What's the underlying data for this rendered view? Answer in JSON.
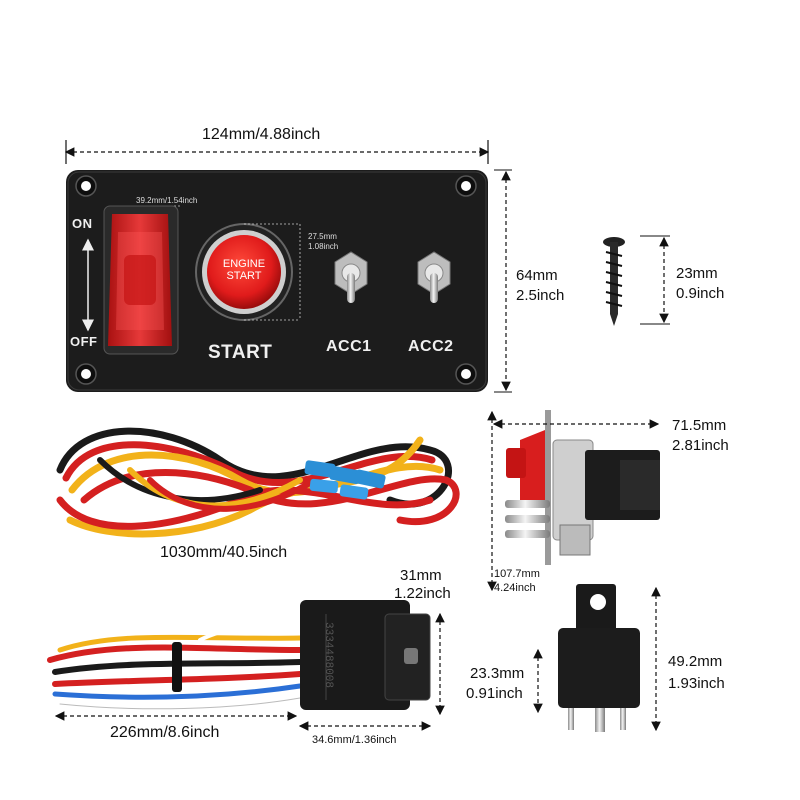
{
  "panel": {
    "width_dim": "124mm/4.88inch",
    "height_dim": {
      "mm": "64mm",
      "inch": "2.5inch"
    },
    "on_label": "ON",
    "off_label": "OFF",
    "cover_dim": "39.2mm/1.54inch",
    "button_dim": {
      "mm": "27.5mm",
      "inch": "1.08inch"
    },
    "engine_start": {
      "line1": "ENGINE",
      "line2": "START"
    },
    "start_label": "START",
    "acc1_label": "ACC1",
    "acc2_label": "ACC2"
  },
  "screw": {
    "mm": "23mm",
    "inch": "0.9inch"
  },
  "side_view": {
    "depth": {
      "mm": "71.5mm",
      "inch": "2.81inch"
    },
    "height": {
      "mm": "107.7mm",
      "inch": "4.24inch"
    }
  },
  "harness": {
    "length": "1030mm/40.5inch"
  },
  "relay_harness": {
    "length": "226mm/8.6inch",
    "socket_height": {
      "mm": "31mm",
      "inch": "1.22inch"
    },
    "socket_width": "34.6mm/1.36inch",
    "socket_text": "3334488008"
  },
  "relay": {
    "width": {
      "mm": "23.3mm",
      "inch": "0.91inch"
    },
    "height": {
      "mm": "49.2mm",
      "inch": "1.93inch"
    }
  },
  "colors": {
    "panel": "#1c1c1c",
    "switch_cover": "#d81e1e",
    "button_red": "#e01b1b",
    "wire_red": "#d42020",
    "wire_yellow": "#f2b21a",
    "wire_black": "#1a1a1a",
    "connector_blue": "#2b8fd6"
  }
}
